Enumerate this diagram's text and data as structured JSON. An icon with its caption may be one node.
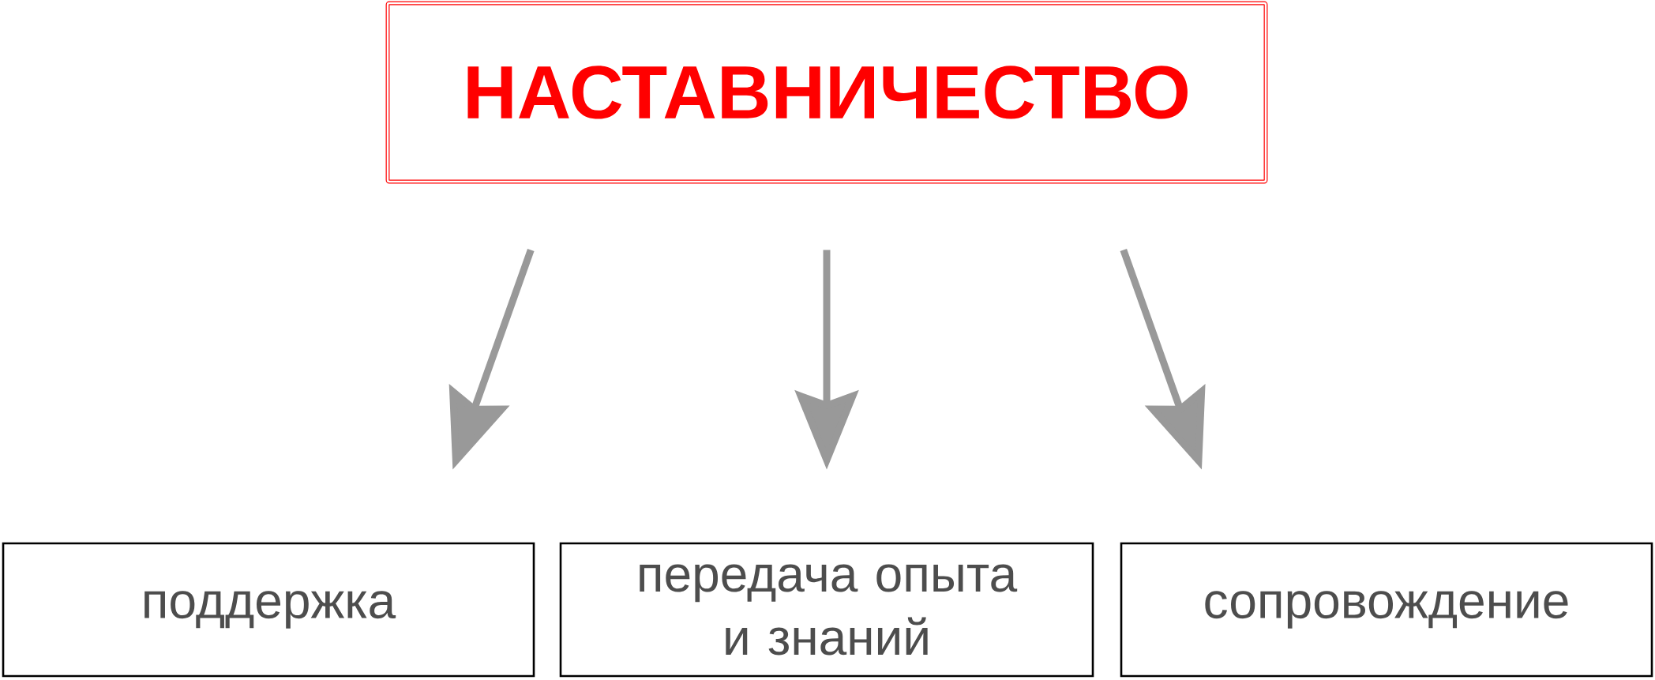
{
  "diagram": {
    "nodes": [
      {
        "text": [
          "НАСТАВНИЧЕСТВО"
        ]
      },
      {
        "text": [
          "поддержка"
        ]
      },
      {
        "text": [
          "передача опыта и знаний"
        ]
      },
      {
        "text": [
          "сопровождение"
        ]
      }
    ],
    "edges": [
      {
        "from": 0,
        "to": 1,
        "arrow": "to"
      },
      {
        "from": 0,
        "to": 2,
        "arrow": "to"
      },
      {
        "from": 0,
        "to": 3,
        "arrow": "to"
      }
    ]
  }
}
